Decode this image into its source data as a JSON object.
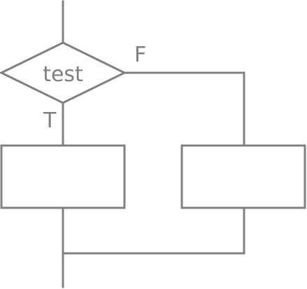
{
  "diagram": {
    "decision": {
      "text": "test"
    },
    "branches": {
      "true_label": "T",
      "false_label": "F"
    },
    "colors": {
      "stroke": "#808080",
      "text": "#7f7f7f",
      "background": "#ffffff"
    }
  }
}
